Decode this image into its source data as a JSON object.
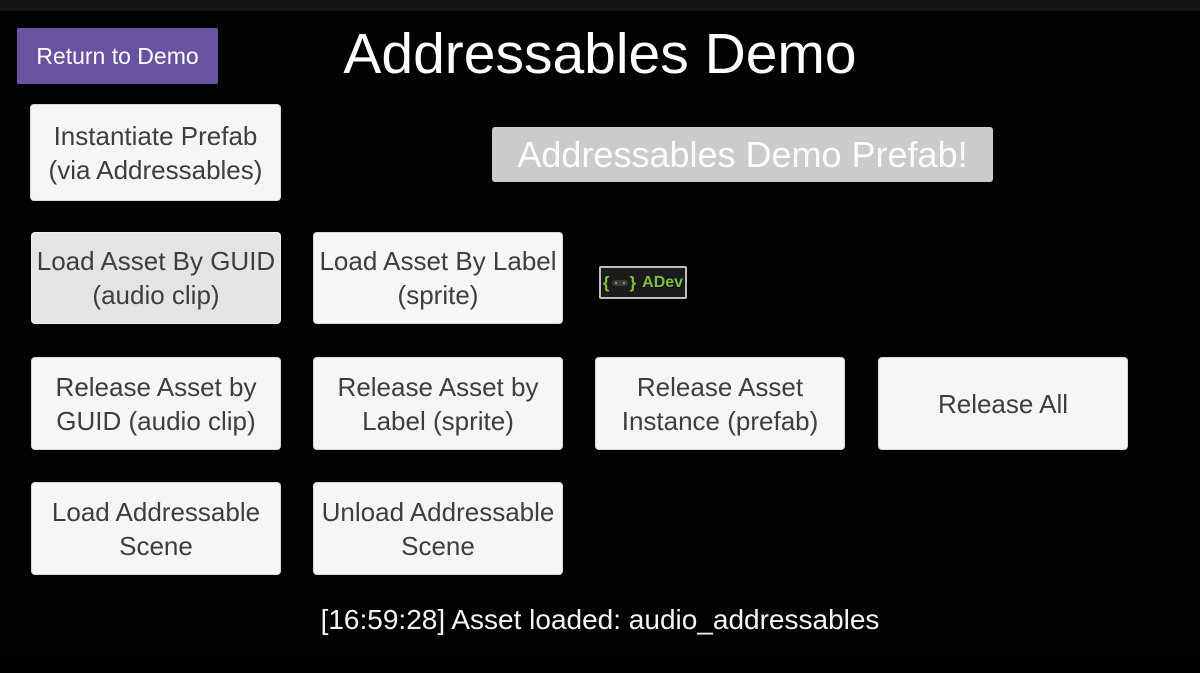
{
  "header": {
    "return_button_label": "Return to Demo",
    "title": "Addressables Demo"
  },
  "prefab_banner": {
    "label": "Addressables Demo Prefab!"
  },
  "buttons": {
    "instantiate_prefab": {
      "label": "Instantiate Prefab\n(via Addressables)"
    },
    "load_asset_by_guid": {
      "label": "Load Asset By GUID\n(audio clip)",
      "state": "pressed"
    },
    "load_asset_by_label": {
      "label": "Load Asset By Label\n(sprite)"
    },
    "release_asset_by_guid": {
      "label": "Release Asset by\nGUID (audio clip)"
    },
    "release_asset_by_label": {
      "label": "Release Asset by\nLabel (sprite)"
    },
    "release_asset_instance": {
      "label": "Release Asset\nInstance (prefab)"
    },
    "release_all": {
      "label": "Release All"
    },
    "load_addressable_scene": {
      "label": "Load Addressable\nScene"
    },
    "unload_addressable_scene": {
      "label": "Unload Addressable\nScene"
    }
  },
  "sprite": {
    "brace_open": "{",
    "brace_close": "}",
    "label": "ADev",
    "green": "#7dc23e"
  },
  "status": {
    "text": "[16:59:28] Asset loaded: audio_addressables"
  },
  "colors": {
    "background": "#000000",
    "accent_purple": "#6a52a3",
    "button_bg": "#f6f6f6",
    "button_bg_pressed": "#e4e4e4",
    "button_text": "#3e3e3e",
    "banner_bg": "#cbcbcb",
    "banner_text": "#fbfbfb",
    "title_text": "#ffffff",
    "status_text": "#f5f5f5"
  }
}
